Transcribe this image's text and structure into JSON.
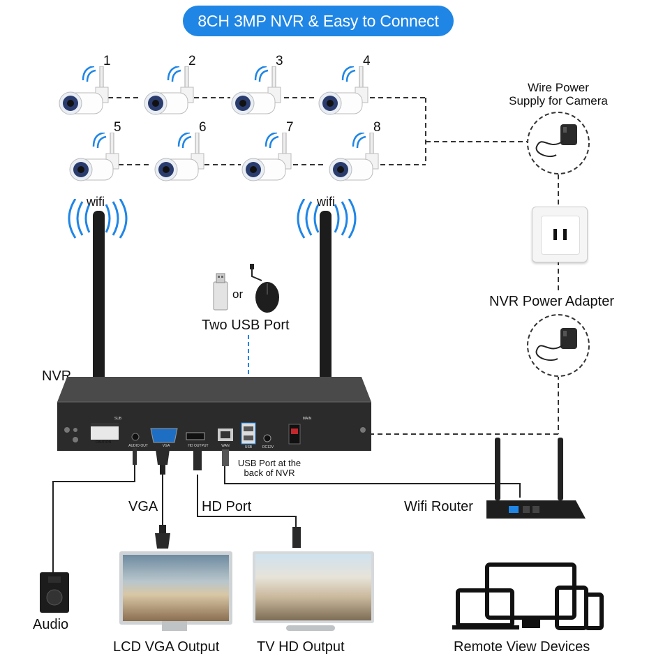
{
  "title": "8CH 3MP NVR & Easy to Connect",
  "cameras": [
    "1",
    "2",
    "3",
    "4",
    "5",
    "6",
    "7",
    "8"
  ],
  "labels": {
    "wire_power": "Wire Power\nSupply for Camera",
    "wifi_left": "wifi",
    "wifi_right": "wifi",
    "usb_or": "or",
    "two_usb": "Two USB Port",
    "nvr": "NVR",
    "nvr_power_adapter": "NVR Power Adapter",
    "usb_back": "USB Port at the\nback of NVR",
    "vga": "VGA",
    "hd_port": "HD Port",
    "wifi_router": "Wifi Router",
    "audio": "Audio",
    "lcd_vga_output": "LCD VGA Output",
    "tv_hd_output": "TV HD Output",
    "remote_view_devices": "Remote View Devices"
  },
  "nvr_panel": {
    "audio_out": "AUDIO OUT",
    "vga": "VGA",
    "hd_output": "HD OUTPUT",
    "wan": "WAN",
    "usb": "USB",
    "dc12v": "DC12V",
    "sub": "SUB",
    "main": "MAIN",
    "caution": "CAUTION"
  },
  "colors": {
    "title_bg": "#1f86e6",
    "wifi_blue": "#1f86e6",
    "usb_dash": "#1f86e6",
    "nvr_body": "#2b2b2b"
  }
}
